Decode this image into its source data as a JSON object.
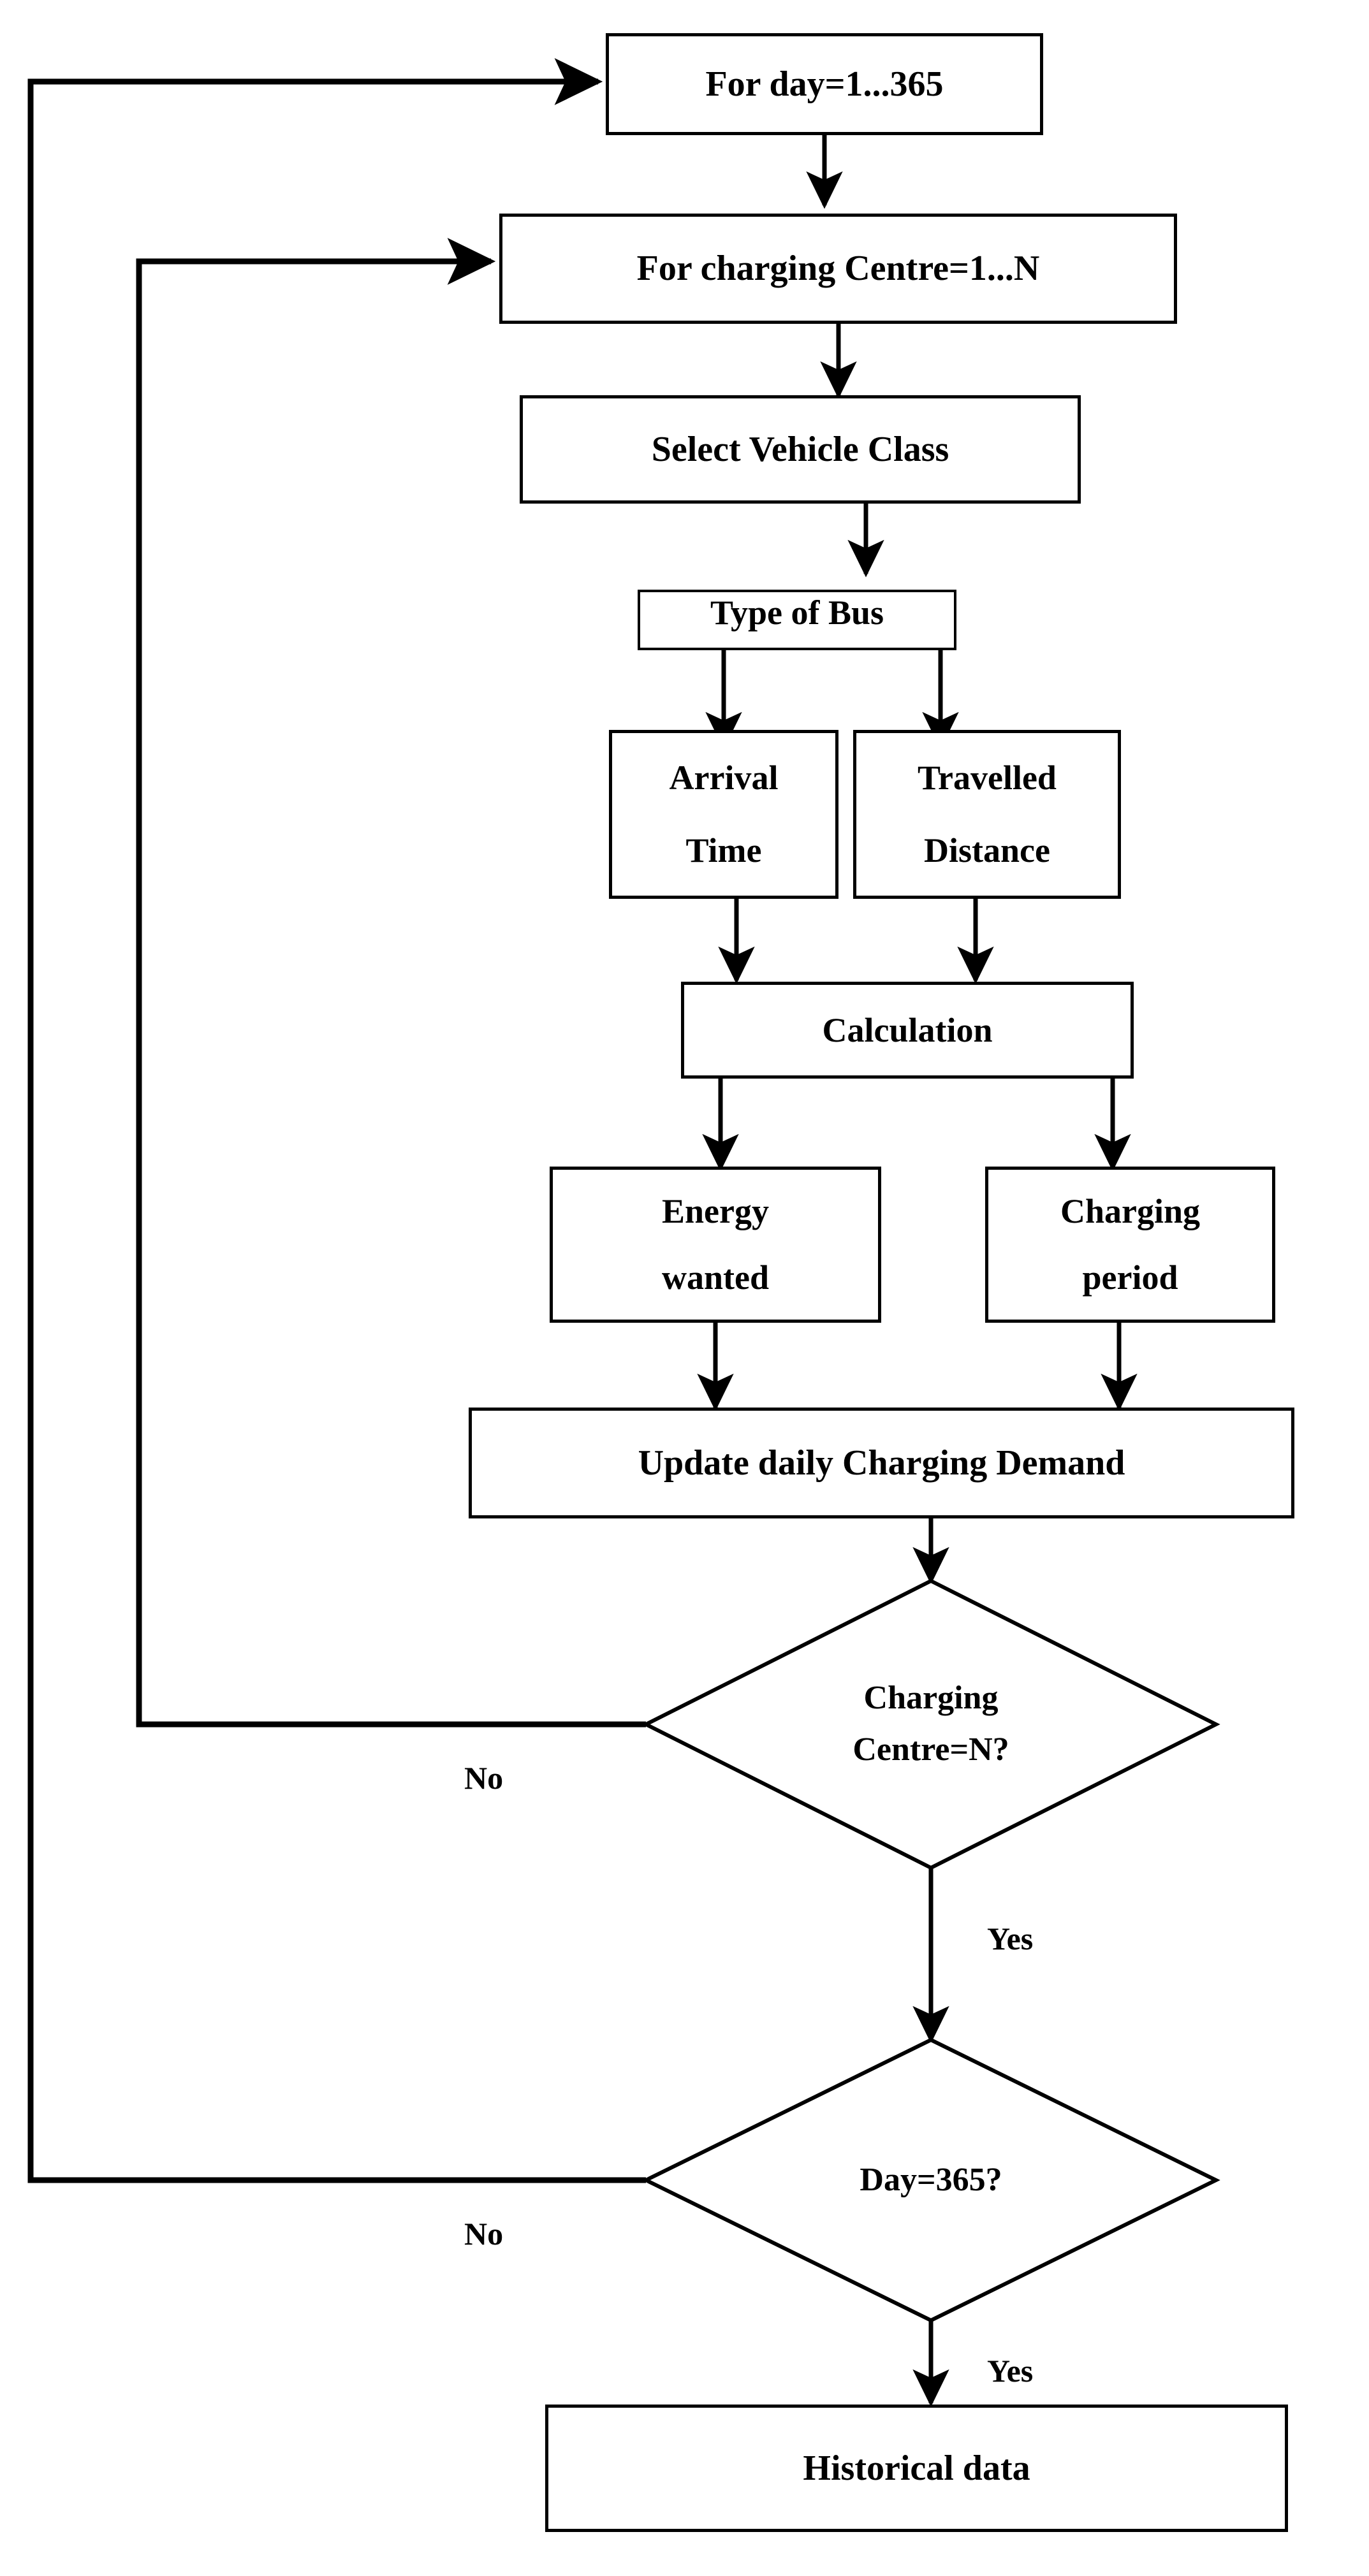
{
  "diagram": {
    "title": "Charging demand simulation flowchart",
    "colors": {
      "stroke": "#000000",
      "fill": "#ffffff",
      "text": "#000000"
    },
    "nodes": [
      {
        "id": "for-day",
        "type": "process",
        "lines": [
          "For day=1...365"
        ]
      },
      {
        "id": "for-centre",
        "type": "process",
        "lines": [
          "For charging Centre=1...N"
        ]
      },
      {
        "id": "select-class",
        "type": "process",
        "lines": [
          "Select Vehicle Class"
        ]
      },
      {
        "id": "type-of-bus",
        "type": "process",
        "lines": [
          "Type of Bus"
        ]
      },
      {
        "id": "arrival-time",
        "type": "process",
        "lines": [
          "Arrival",
          "Time"
        ]
      },
      {
        "id": "travelled-dist",
        "type": "process",
        "lines": [
          "Travelled",
          "Distance"
        ]
      },
      {
        "id": "calculation",
        "type": "process",
        "lines": [
          "Calculation"
        ]
      },
      {
        "id": "energy-wanted",
        "type": "process",
        "lines": [
          "Energy",
          "wanted"
        ]
      },
      {
        "id": "charging-period",
        "type": "process",
        "lines": [
          "Charging",
          "period"
        ]
      },
      {
        "id": "update-demand",
        "type": "process",
        "lines": [
          "Update  daily Charging Demand"
        ]
      },
      {
        "id": "centre-eq-n",
        "type": "decision",
        "lines": [
          "Charging",
          "Centre=N?"
        ]
      },
      {
        "id": "day-eq-365",
        "type": "decision",
        "lines": [
          "Day=365?"
        ]
      },
      {
        "id": "historical",
        "type": "terminator",
        "lines": [
          "Historical data"
        ]
      }
    ],
    "edge_labels": [
      {
        "id": "centre-no",
        "text": "No"
      },
      {
        "id": "centre-yes",
        "text": "Yes"
      },
      {
        "id": "day-no",
        "text": "No"
      },
      {
        "id": "day-yes",
        "text": "Yes"
      }
    ]
  }
}
